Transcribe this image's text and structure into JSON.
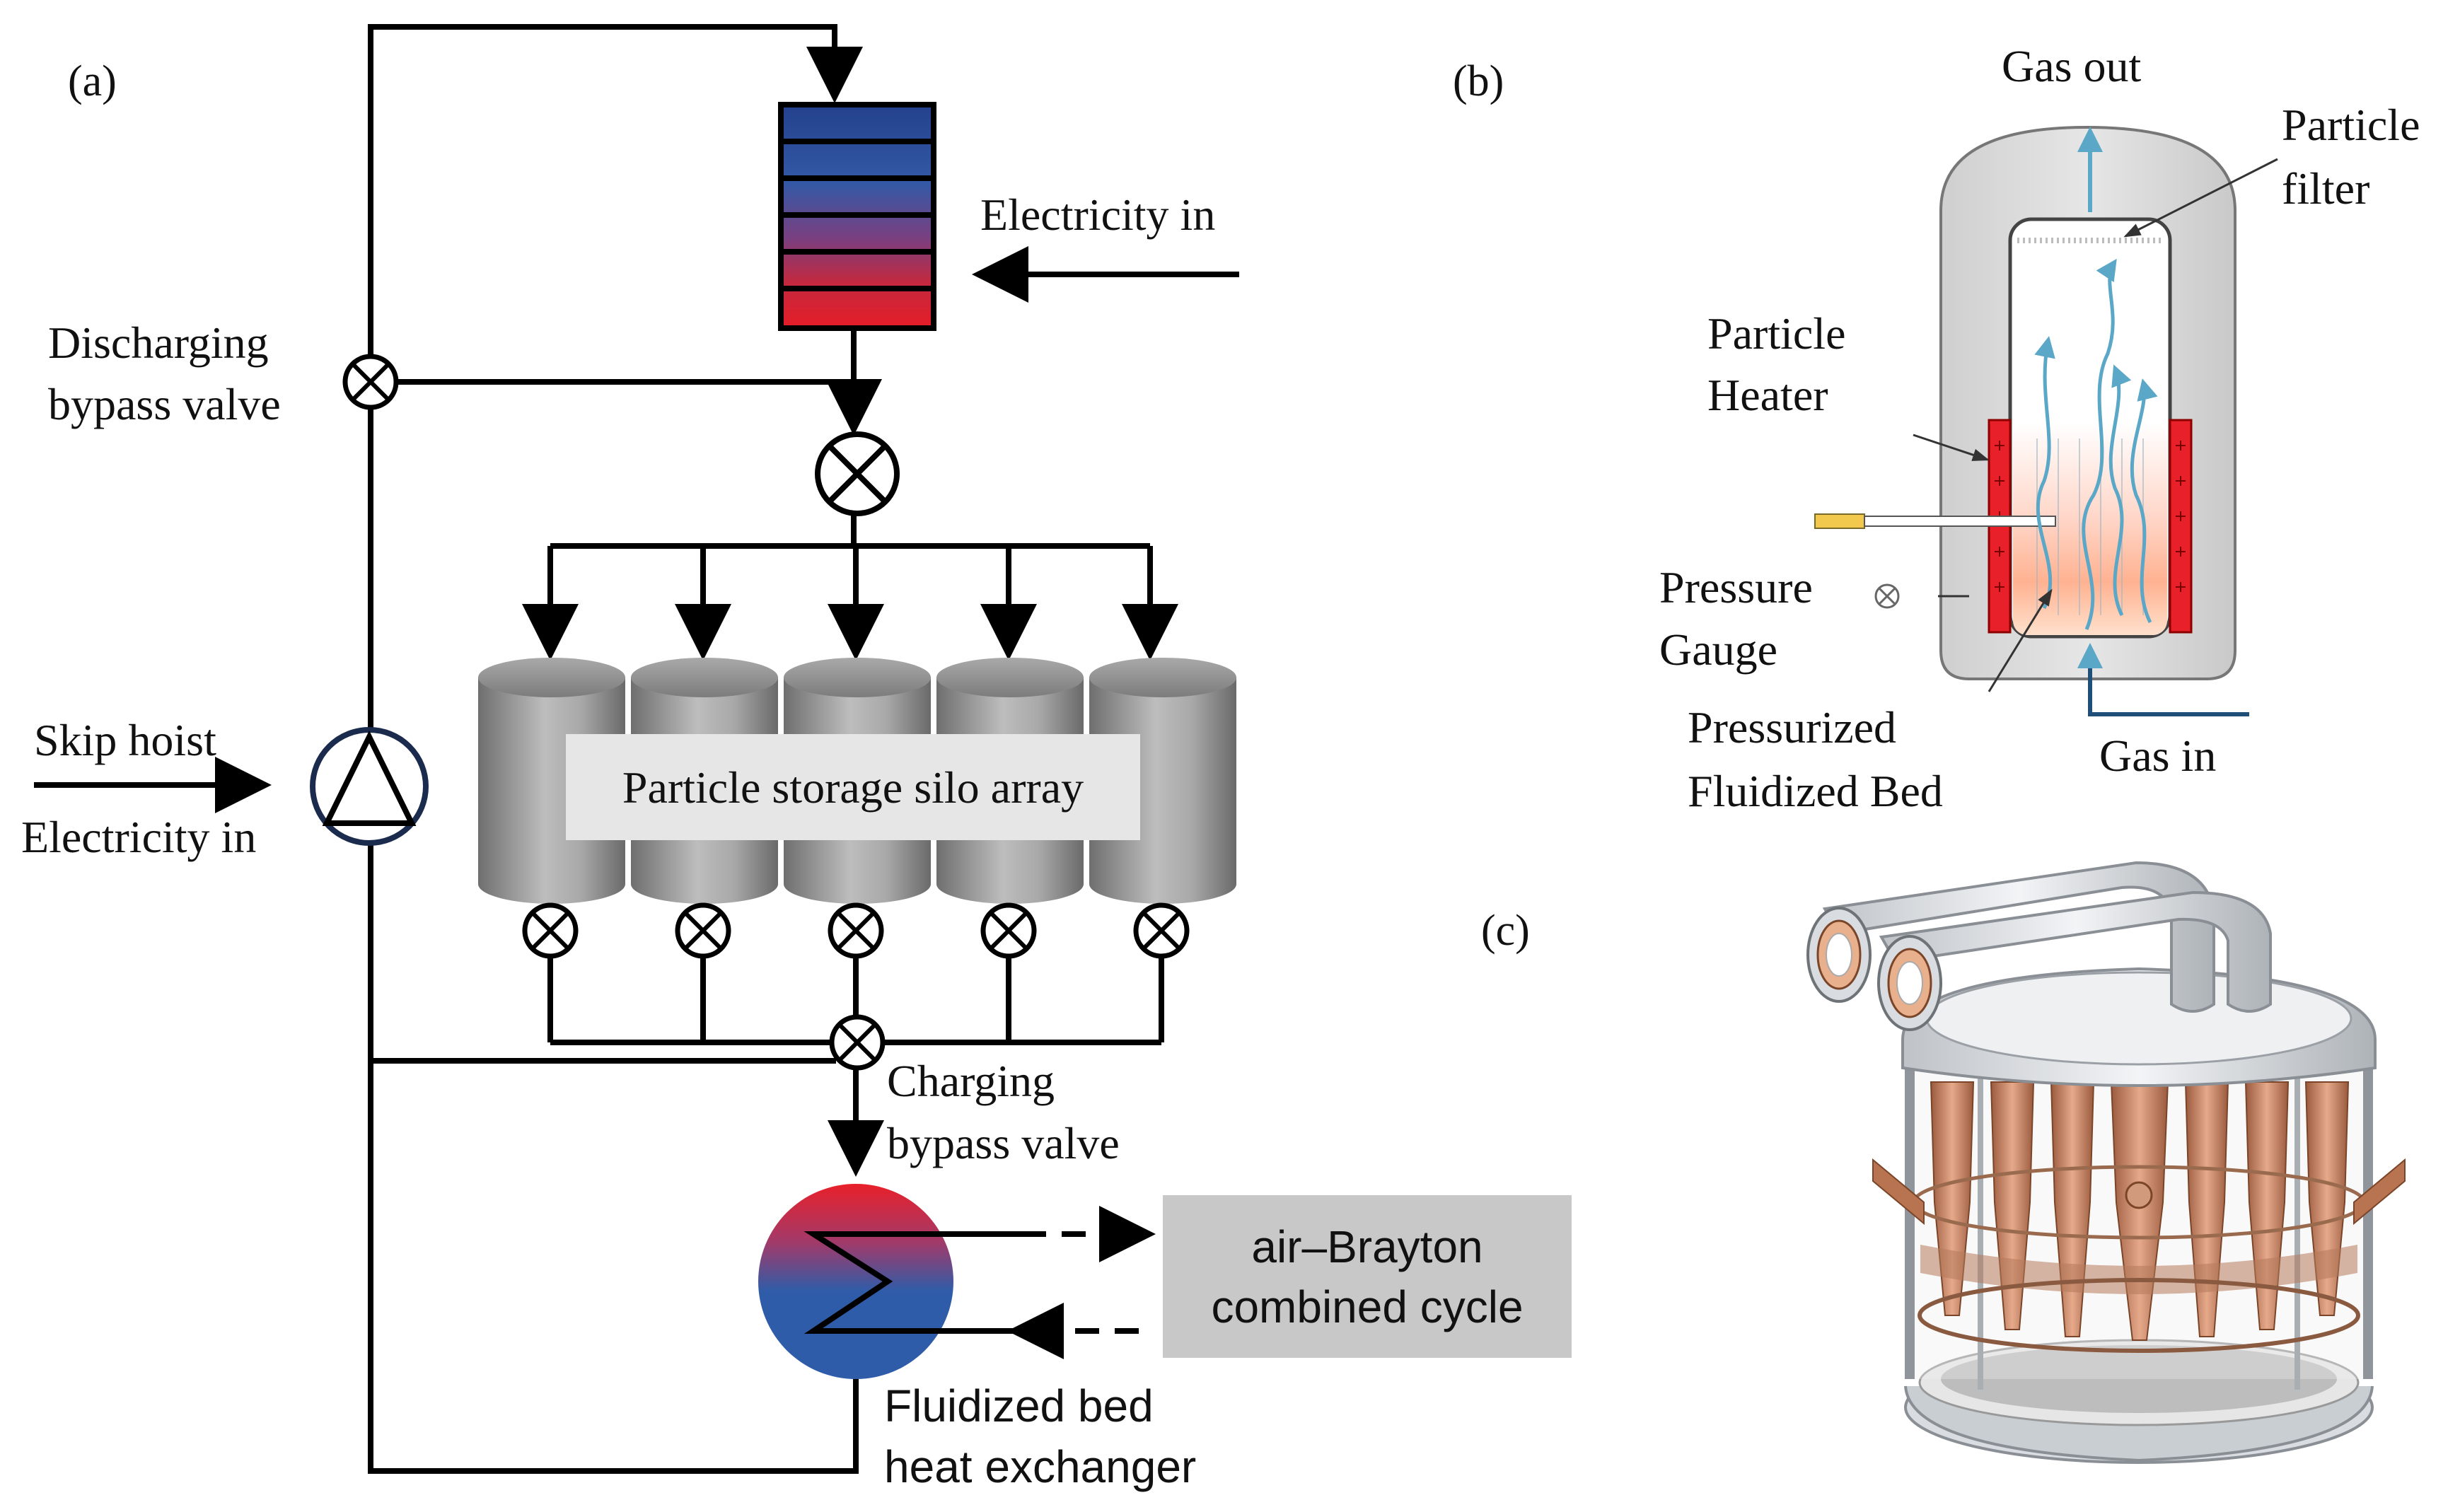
{
  "panels": {
    "a": "(a)",
    "b": "(b)",
    "c": "(c)"
  },
  "panel_a": {
    "electricity_in_top": "Electricity in",
    "discharging_valve": [
      "Discharging",
      "bypass valve"
    ],
    "skip_hoist": "Skip hoist",
    "electricity_in_left": "Electricity in",
    "silo_array": "Particle storage silo array",
    "charging_valve": [
      "Charging",
      "bypass valve"
    ],
    "cycle_box": [
      "air–Brayton",
      "combined cycle"
    ],
    "fbhx": [
      "Fluidized bed",
      "heat exchanger"
    ]
  },
  "panel_b": {
    "gas_out": "Gas out",
    "particle_filter": [
      "Particle",
      "filter"
    ],
    "particle_heater": [
      "Particle",
      "Heater"
    ],
    "pressure_gauge": [
      "Pressure",
      "Gauge"
    ],
    "pressurized_bed": [
      "Pressurized",
      "Fluidized Bed"
    ],
    "gas_in": "Gas in"
  },
  "colors": {
    "hot": "#e8202a",
    "cold": "#2f5ca8",
    "silo": "#8c8c8c",
    "box_gray": "#c8c8c8",
    "heater_red": "#e8202a",
    "gas_arrow": "#5aa7c8",
    "copper": "#c98a6a"
  }
}
